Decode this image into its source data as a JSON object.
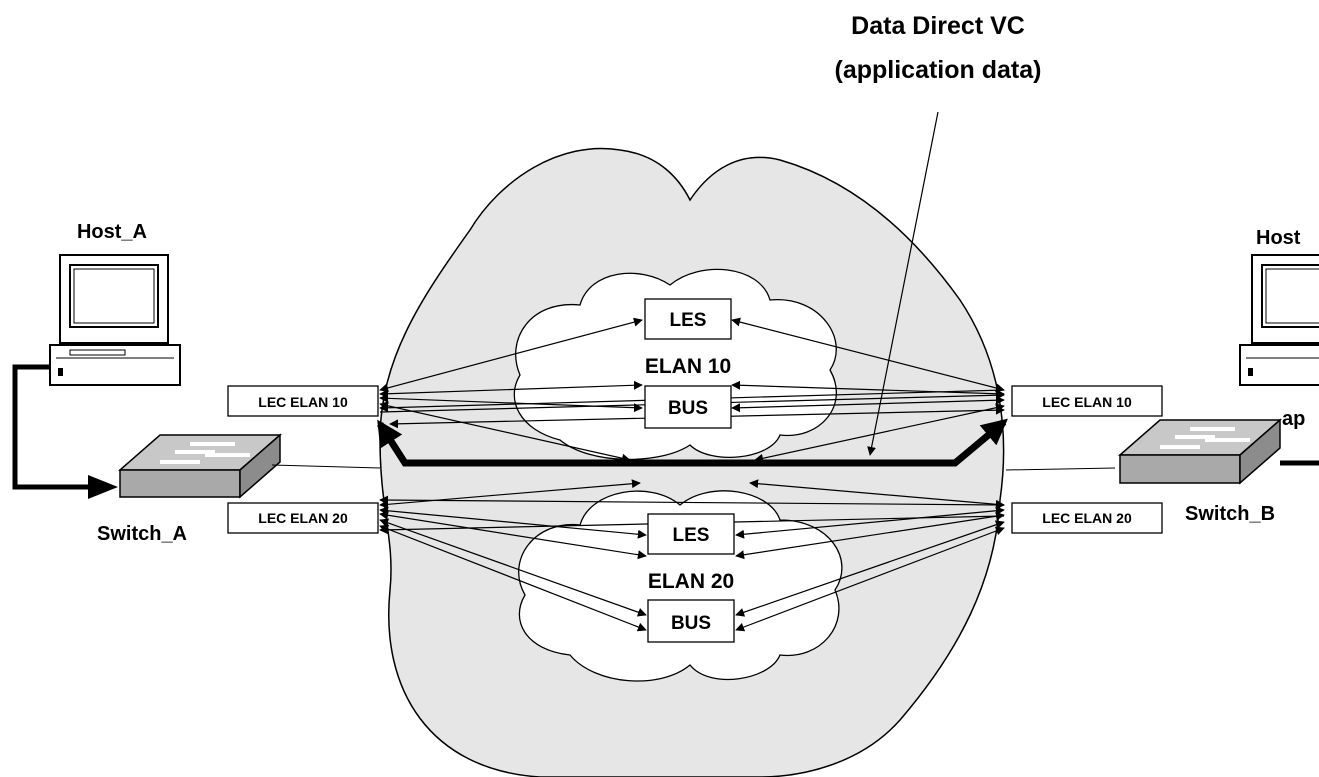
{
  "callout": {
    "line1": "Data Direct VC",
    "line2": "(application data)"
  },
  "hosts": {
    "left": "Host_A",
    "right": "Host"
  },
  "switches": {
    "left": "Switch_A",
    "right": "Switch_B"
  },
  "right_fragment": "ap",
  "lec": {
    "left_elan10": "LEC ELAN 10",
    "left_elan20": "LEC ELAN 20",
    "right_elan10": "LEC ELAN 10",
    "right_elan20": "LEC ELAN 20"
  },
  "elan10": {
    "name": "ELAN 10",
    "les": "LES",
    "bus": "BUS"
  },
  "elan20": {
    "name": "ELAN 20",
    "les": "LES",
    "bus": "BUS"
  },
  "colors": {
    "cloud_fill": "#e6e6e6",
    "inner_cloud_fill": "#ffffff",
    "switch_fill": "#a9a9a9",
    "stroke": "#000000"
  }
}
